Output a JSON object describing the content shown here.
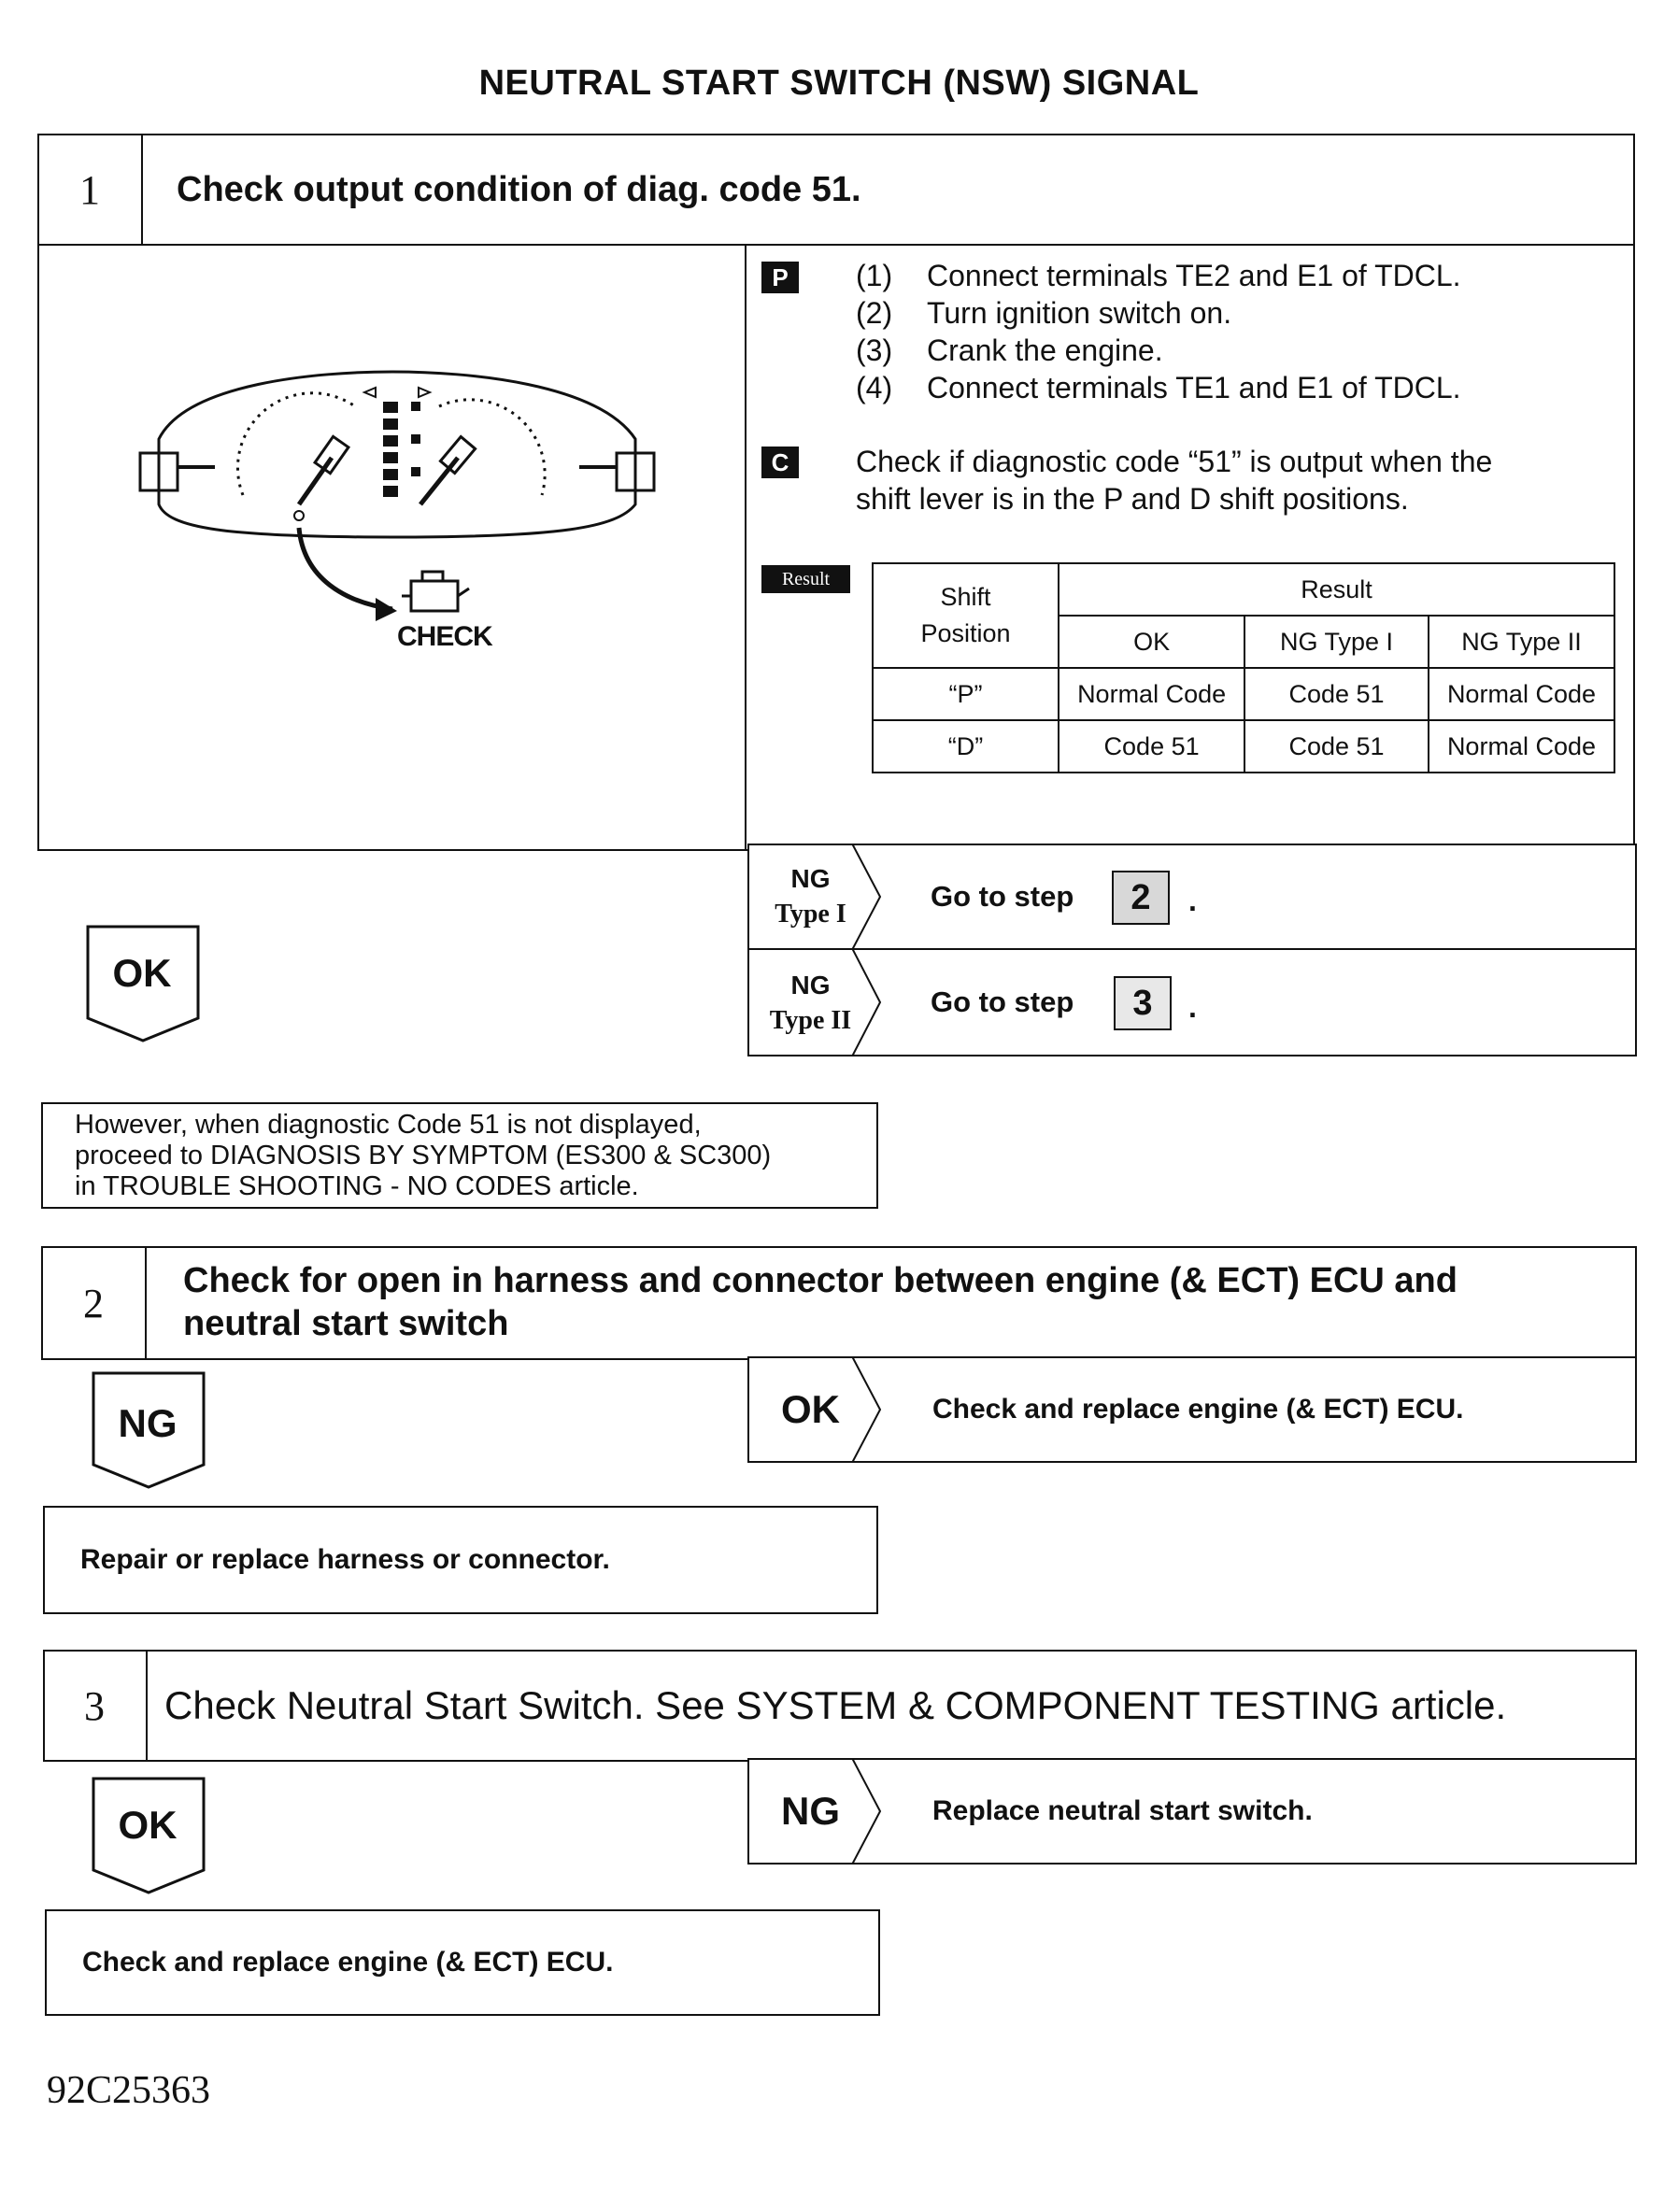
{
  "title": "NEUTRAL START SWITCH (NSW) SIGNAL",
  "step1": {
    "number": "1",
    "title": "Check output condition of diag. code 51.",
    "p_tag": "P",
    "procedures": [
      {
        "num": "(1)",
        "text": "Connect terminals TE2 and E1 of TDCL."
      },
      {
        "num": "(2)",
        "text": "Turn ignition switch on."
      },
      {
        "num": "(3)",
        "text": "Crank the engine."
      },
      {
        "num": "(4)",
        "text": "Connect terminals TE1 and E1 of TDCL."
      }
    ],
    "c_tag": "C",
    "check_line1": "Check if diagnostic code “51” is output when the",
    "check_line2": "shift lever is in the P and D shift positions.",
    "result_tag": "Result",
    "table": {
      "shift_header_1": "Shift",
      "shift_header_2": "Position",
      "result_header": "Result",
      "col_ok": "OK",
      "col_ng1": "NG Type I",
      "col_ng2": "NG Type II",
      "rows": [
        {
          "pos": "“P”",
          "ok": "Normal Code",
          "ng1": "Code 51",
          "ng2": "Normal Code"
        },
        {
          "pos": "“D”",
          "ok": "Code 51",
          "ng1": "Code 51",
          "ng2": "Normal Code"
        }
      ]
    },
    "illustration_label": "CHECK",
    "ok_label": "OK",
    "ng1_line1": "NG",
    "ng1_line2": "Type I",
    "ng1_action": "Go to step",
    "ng1_step": "2",
    "ng2_line1": "NG",
    "ng2_line2": "Type II",
    "ng2_action": "Go to step",
    "ng2_step": "3",
    "period": "."
  },
  "note": {
    "line1": "However, when diagnostic Code 51 is not displayed,",
    "line2": "proceed to DIAGNOSIS BY SYMPTOM (ES300 & SC300)",
    "line3": "in TROUBLE SHOOTING  -  NO CODES article."
  },
  "step2": {
    "number": "2",
    "title_line1": "Check for open in harness and connector between engine (& ECT) ECU and",
    "title_line2": "neutral start switch",
    "ng_label": "NG",
    "ok_label": "OK",
    "ok_action": "Check and replace engine (& ECT) ECU.",
    "ng_action": "Repair or replace harness or connector."
  },
  "step3": {
    "number": "3",
    "title": "Check Neutral Start Switch. See SYSTEM & COMPONENT TESTING article.",
    "ok_label": "OK",
    "ng_label": "NG",
    "ng_action": "Replace neutral start switch.",
    "ok_action": "Check and replace engine (& ECT) ECU."
  },
  "footer_code": "92C25363"
}
